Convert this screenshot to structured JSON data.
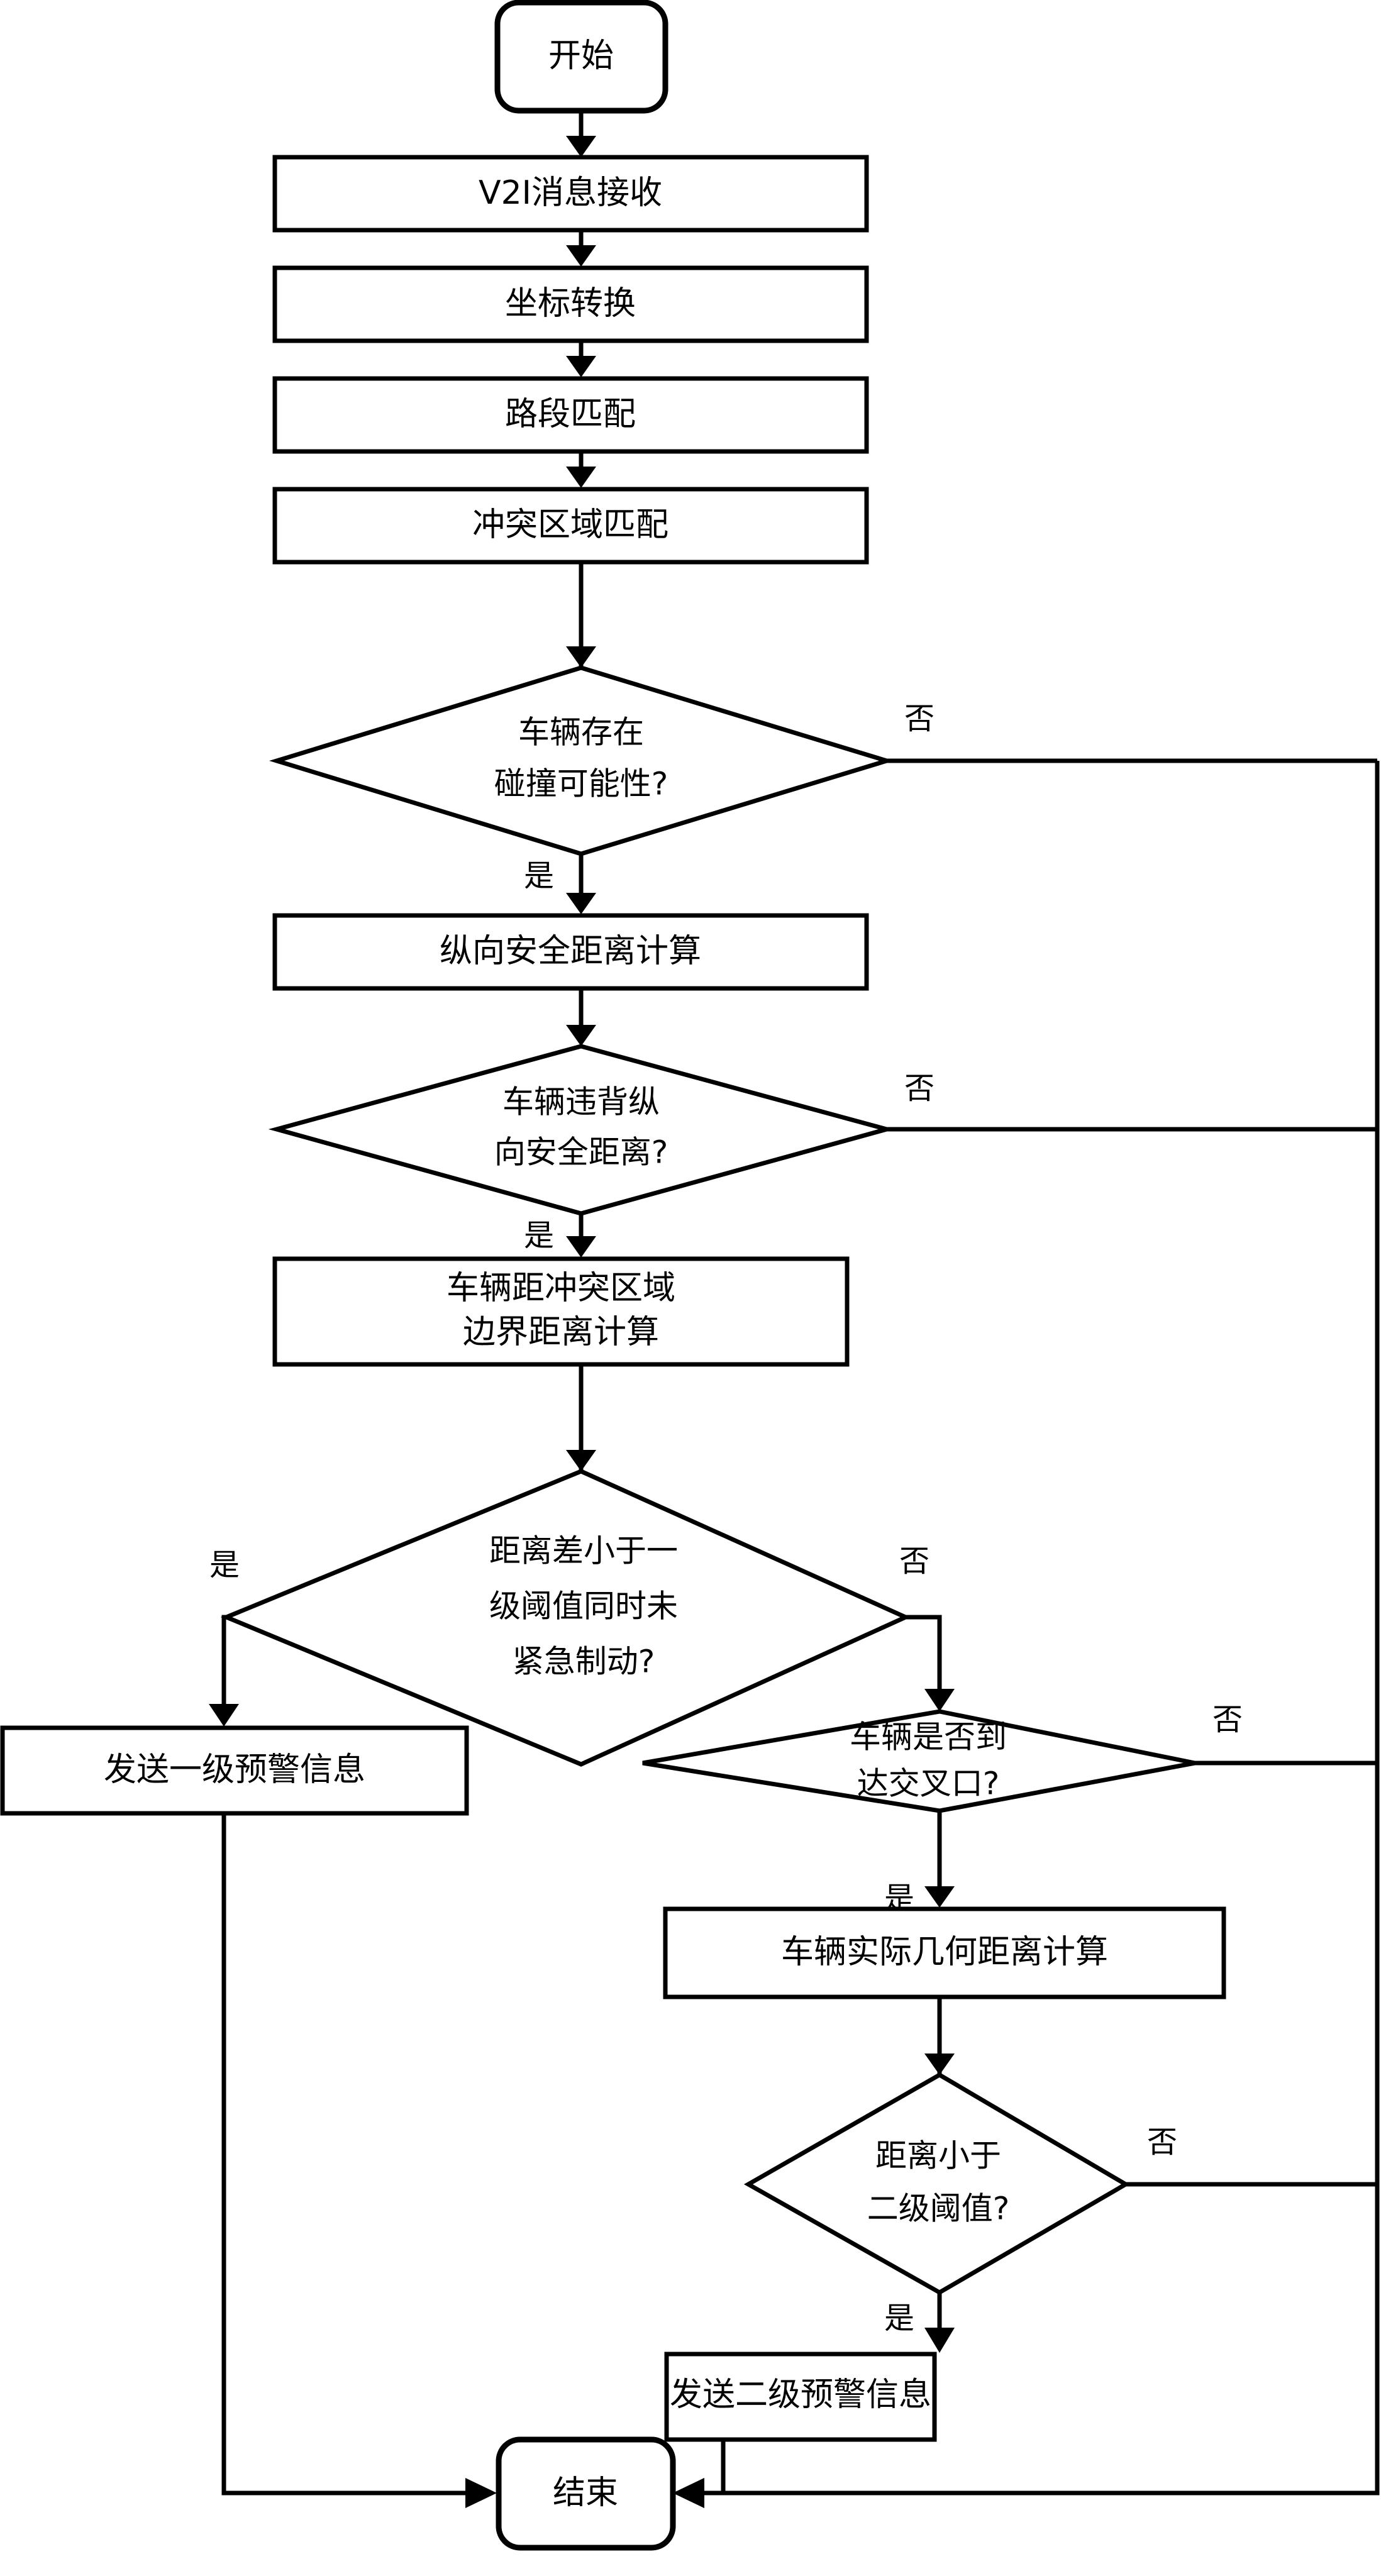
{
  "diagram": {
    "type": "flowchart",
    "orientation": "top-to-bottom",
    "language": "zh-CN",
    "colors": {
      "background": "#ffffff",
      "stroke": "#000000",
      "node_fill": "#ffffff",
      "text": "#000000"
    },
    "nodes": [
      {
        "id": "start",
        "shape": "rounded-rectangle",
        "label": "开始"
      },
      {
        "id": "v2i_receive",
        "shape": "rectangle",
        "label": "V2I消息接收"
      },
      {
        "id": "coord_convert",
        "shape": "rectangle",
        "label": "坐标转换"
      },
      {
        "id": "road_match",
        "shape": "rectangle",
        "label": "路段匹配"
      },
      {
        "id": "conflict_match",
        "shape": "rectangle",
        "label": "冲突区域匹配"
      },
      {
        "id": "d_collision",
        "shape": "diamond",
        "label_line1": "车辆存在",
        "label_line2": "碰撞可能性?"
      },
      {
        "id": "long_safe_calc",
        "shape": "rectangle",
        "label": "纵向安全距离计算"
      },
      {
        "id": "d_violate",
        "shape": "diamond",
        "label_line1": "车辆违背纵",
        "label_line2": "向安全距离?"
      },
      {
        "id": "border_dist_calc",
        "shape": "rectangle",
        "label_line1": "车辆距冲突区域",
        "label_line2": "边界距离计算"
      },
      {
        "id": "d_level1",
        "shape": "diamond",
        "label_line1": "距离差小于一",
        "label_line2": "级阈值同时未",
        "label_line3": "紧急制动?"
      },
      {
        "id": "warn_level1",
        "shape": "rectangle",
        "label": "发送一级预警信息"
      },
      {
        "id": "d_intersection",
        "shape": "diamond",
        "label_line1": "车辆是否到",
        "label_line2": "达交叉口?"
      },
      {
        "id": "geo_dist_calc",
        "shape": "rectangle",
        "label": "车辆实际几何距离计算"
      },
      {
        "id": "d_level2",
        "shape": "diamond",
        "label_line1": "距离小于",
        "label_line2": "二级阈值?"
      },
      {
        "id": "warn_level2",
        "shape": "rectangle",
        "label": "发送二级预警信息"
      },
      {
        "id": "end",
        "shape": "rounded-rectangle",
        "label": "结束"
      }
    ],
    "edges": [
      {
        "from": "start",
        "to": "v2i_receive",
        "label": ""
      },
      {
        "from": "v2i_receive",
        "to": "coord_convert",
        "label": ""
      },
      {
        "from": "coord_convert",
        "to": "road_match",
        "label": ""
      },
      {
        "from": "road_match",
        "to": "conflict_match",
        "label": ""
      },
      {
        "from": "conflict_match",
        "to": "d_collision",
        "label": ""
      },
      {
        "from": "d_collision",
        "to": "long_safe_calc",
        "label": "是"
      },
      {
        "from": "d_collision",
        "to": "end",
        "label": "否"
      },
      {
        "from": "long_safe_calc",
        "to": "d_violate",
        "label": ""
      },
      {
        "from": "d_violate",
        "to": "border_dist_calc",
        "label": "是"
      },
      {
        "from": "d_violate",
        "to": "end",
        "label": "否"
      },
      {
        "from": "border_dist_calc",
        "to": "d_level1",
        "label": ""
      },
      {
        "from": "d_level1",
        "to": "warn_level1",
        "label": "是"
      },
      {
        "from": "d_level1",
        "to": "d_intersection",
        "label": "否"
      },
      {
        "from": "warn_level1",
        "to": "end",
        "label": ""
      },
      {
        "from": "d_intersection",
        "to": "geo_dist_calc",
        "label": "是"
      },
      {
        "from": "d_intersection",
        "to": "end",
        "label": "否"
      },
      {
        "from": "geo_dist_calc",
        "to": "d_level2",
        "label": ""
      },
      {
        "from": "d_level2",
        "to": "warn_level2",
        "label": "是"
      },
      {
        "from": "d_level2",
        "to": "end",
        "label": "否"
      },
      {
        "from": "warn_level2",
        "to": "end",
        "label": ""
      }
    ],
    "edge_labels": {
      "yes": "是",
      "no": "否"
    }
  }
}
